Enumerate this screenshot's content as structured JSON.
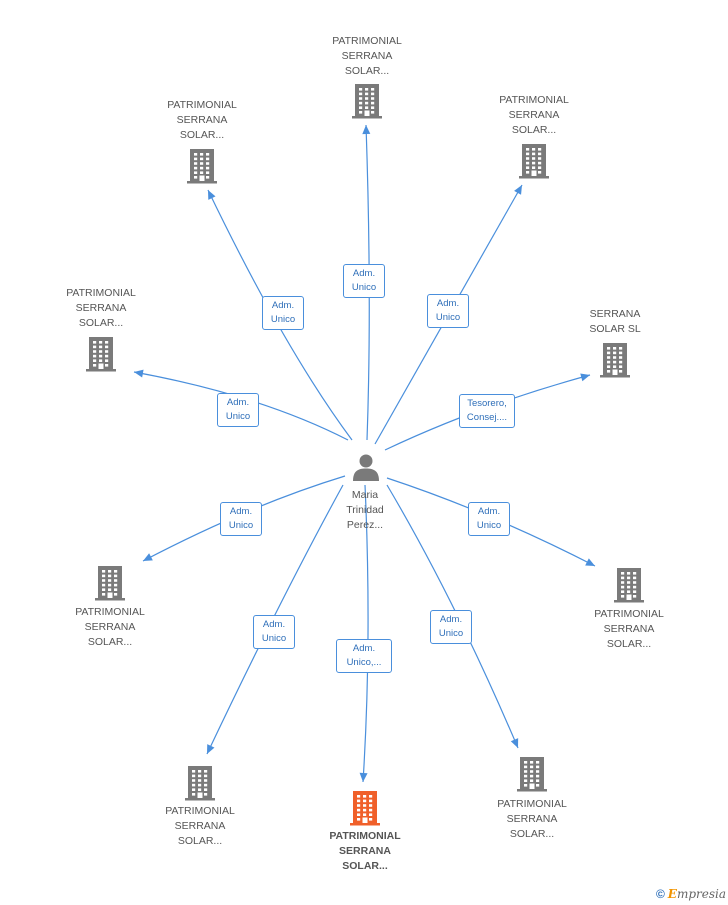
{
  "center": {
    "name_lines": [
      "Maria",
      "Trinidad",
      "Perez..."
    ],
    "icon": "person-icon"
  },
  "nodes": [
    {
      "id": "n1",
      "lines": [
        "PATRIMONIAL",
        "SERRANA",
        "SOLAR..."
      ],
      "icon": "building-icon",
      "highlight": false,
      "role_lines": [
        "Adm.",
        "Unico"
      ]
    },
    {
      "id": "n2",
      "lines": [
        "PATRIMONIAL",
        "SERRANA",
        "SOLAR..."
      ],
      "icon": "building-icon",
      "highlight": false,
      "role_lines": [
        "Adm.",
        "Unico"
      ]
    },
    {
      "id": "n3",
      "lines": [
        "PATRIMONIAL",
        "SERRANA",
        "SOLAR..."
      ],
      "icon": "building-icon",
      "highlight": false,
      "role_lines": [
        "Adm.",
        "Unico"
      ]
    },
    {
      "id": "n4",
      "lines": [
        "PATRIMONIAL",
        "SERRANA",
        "SOLAR..."
      ],
      "icon": "building-icon",
      "highlight": false,
      "role_lines": [
        "Adm.",
        "Unico"
      ]
    },
    {
      "id": "n5",
      "lines": [
        "SERRANA",
        "SOLAR SL"
      ],
      "icon": "building-icon",
      "highlight": false,
      "role_lines": [
        "Tesorero,",
        "Consej...."
      ]
    },
    {
      "id": "n6",
      "lines": [
        "PATRIMONIAL",
        "SERRANA",
        "SOLAR..."
      ],
      "icon": "building-icon",
      "highlight": false,
      "role_lines": [
        "Adm.",
        "Unico"
      ]
    },
    {
      "id": "n7",
      "lines": [
        "PATRIMONIAL",
        "SERRANA",
        "SOLAR..."
      ],
      "icon": "building-icon",
      "highlight": false,
      "role_lines": [
        "Adm.",
        "Unico"
      ]
    },
    {
      "id": "n8",
      "lines": [
        "PATRIMONIAL",
        "SERRANA",
        "SOLAR..."
      ],
      "icon": "building-icon",
      "highlight": false,
      "role_lines": [
        "Adm.",
        "Unico"
      ]
    },
    {
      "id": "n9",
      "lines": [
        "PATRIMONIAL",
        "SERRANA",
        "SOLAR..."
      ],
      "icon": "building-icon",
      "highlight": true,
      "role_lines": [
        "Adm.",
        "Unico,..."
      ]
    },
    {
      "id": "n10",
      "lines": [
        "PATRIMONIAL",
        "SERRANA",
        "SOLAR..."
      ],
      "icon": "building-icon",
      "highlight": false,
      "role_lines": [
        "Adm.",
        "Unico"
      ]
    }
  ],
  "colors": {
    "edge": "#4a8fdc",
    "building": "#7a7a7a",
    "building_highlight": "#f0602a",
    "person": "#7a7a7a"
  },
  "footer": {
    "copyright": "©",
    "brand_first": "E",
    "brand_rest": "mpresia"
  }
}
